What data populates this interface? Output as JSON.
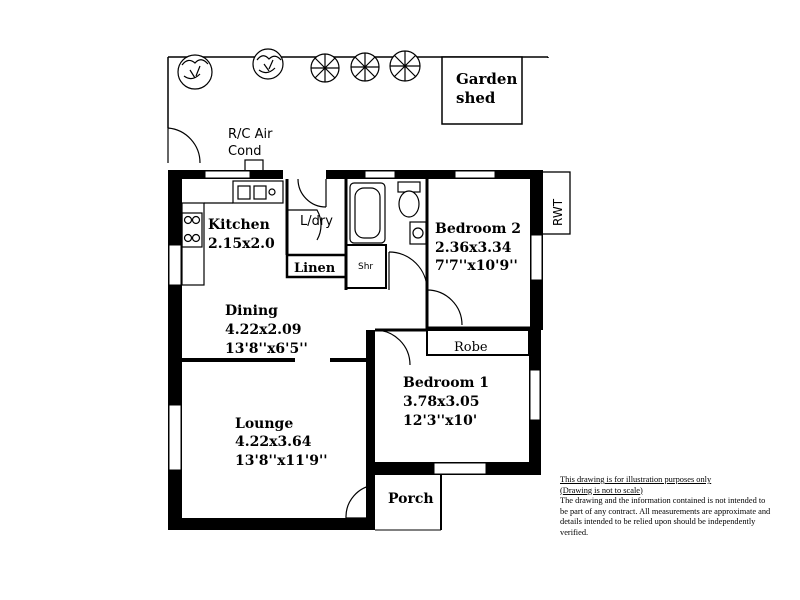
{
  "rooms": {
    "kitchen": {
      "name": "Kitchen",
      "dims": "2.15x2.0"
    },
    "dining": {
      "name": "Dining",
      "dims_m": "4.22x2.09",
      "dims_ft": "13'8''x6'5''"
    },
    "lounge": {
      "name": "Lounge",
      "dims_m": "4.22x3.64",
      "dims_ft": "13'8''x11'9''"
    },
    "bedroom2": {
      "name": "Bedroom  2",
      "dims_m": "2.36x3.34",
      "dims_ft": "7'7''x10'9''"
    },
    "bedroom1": {
      "name": "Bedroom 1",
      "dims_m": "3.78x3.05",
      "dims_ft": "12'3''x10'"
    }
  },
  "labels": {
    "garden_shed_1": "Garden",
    "garden_shed_2": "shed",
    "aircon_1": "R/C Air",
    "aircon_2": "Cond",
    "laundry": "L/dry",
    "linen": "Linen",
    "shower": "Shr",
    "robe": "Robe",
    "porch": "Porch",
    "rwt": "RWT"
  },
  "disclaimer": {
    "line1": "This drawing is for illustration purposes only",
    "line2": "(Drawing is not to scale)",
    "body": "The drawing and the information contained is not intended to be part of any contract.  All measurements are approximate and details intended to be relied upon should be independently verified."
  },
  "colors": {
    "wall": "#000000",
    "background": "#ffffff"
  }
}
